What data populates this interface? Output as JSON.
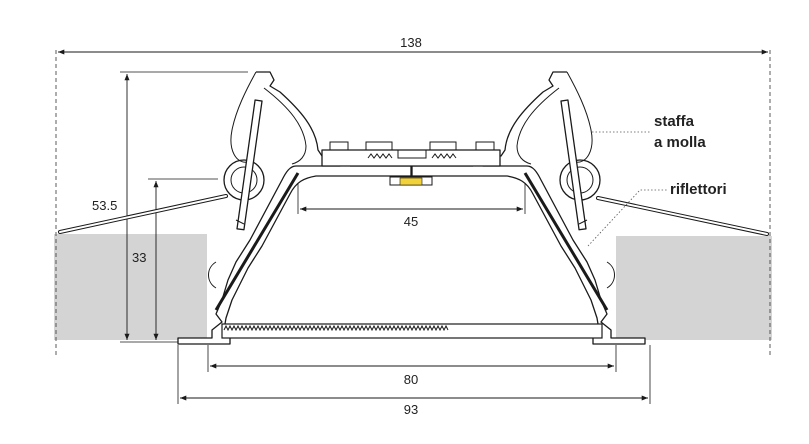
{
  "dimensions": {
    "overall_width": "138",
    "profile_height": "53.5",
    "inner_height": "33",
    "top_opening": "45",
    "inner_width": "80",
    "outer_width": "93"
  },
  "callouts": {
    "spring_bracket_line1": "staffa",
    "spring_bracket_line2": "a molla",
    "reflectors": "riflettori"
  },
  "colors": {
    "ceiling": "#d4d4d4",
    "stroke": "#1a1a1a",
    "led": "#f2d23a"
  }
}
